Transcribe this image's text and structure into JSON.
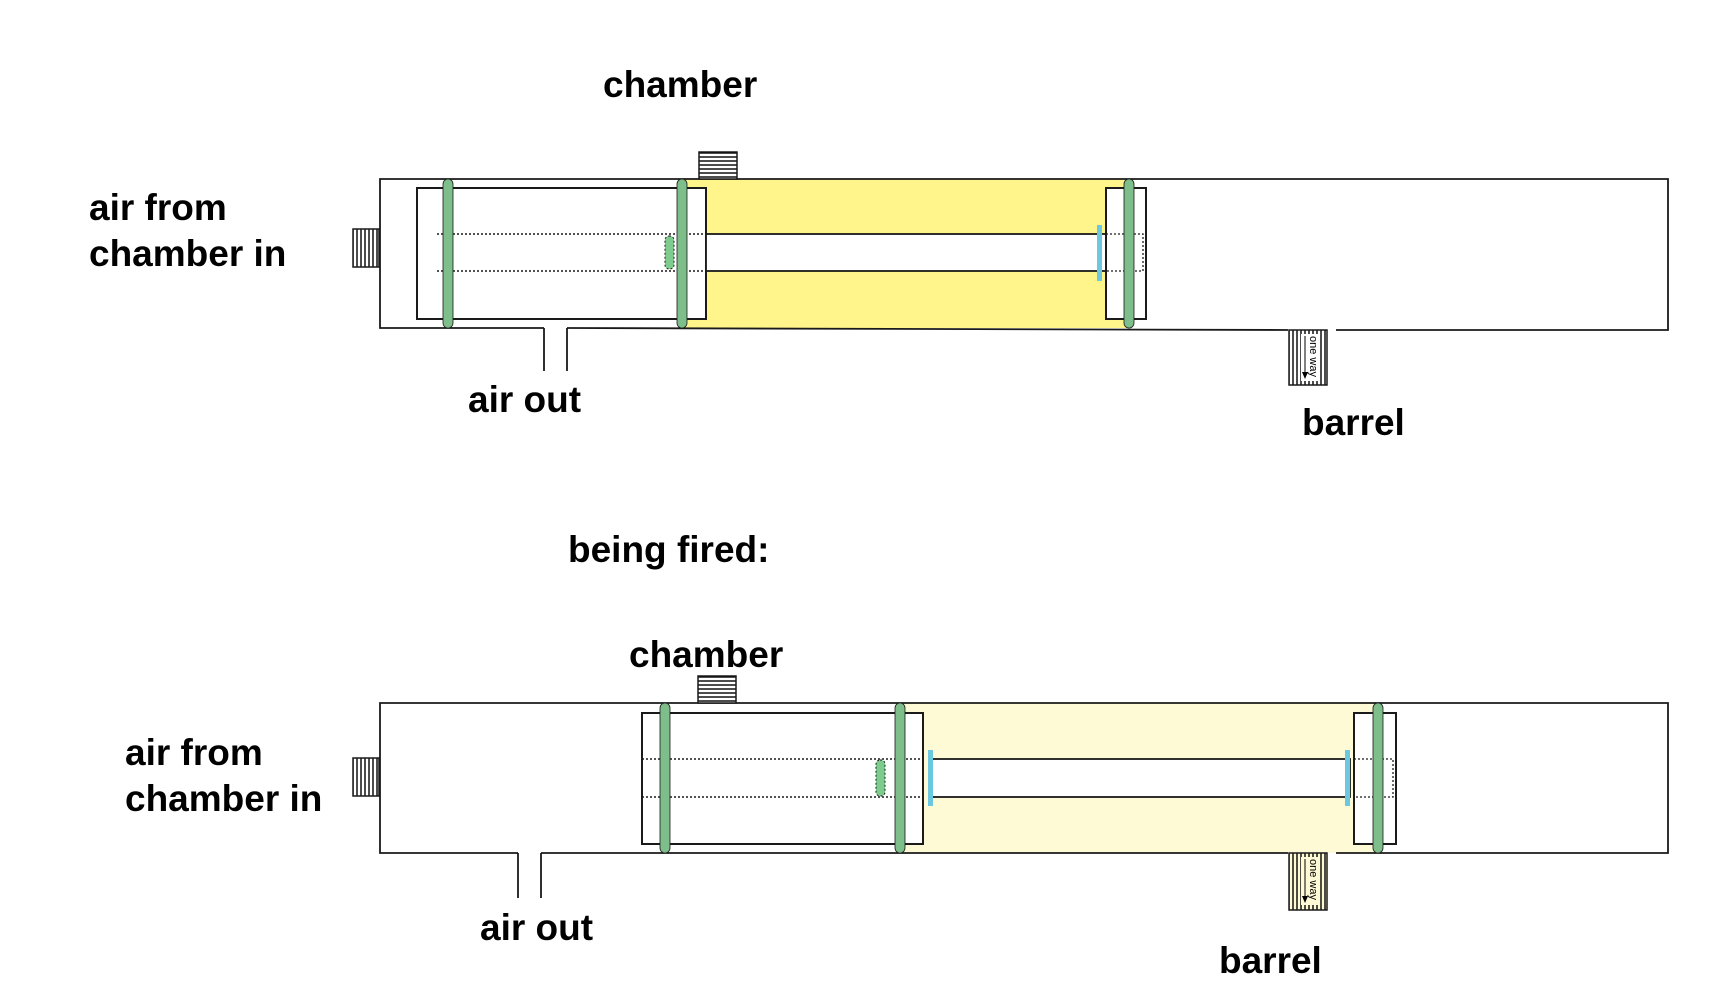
{
  "colors": {
    "outline": "#1a1a1a",
    "seal_green": "#7dbe8a",
    "seal_blue": "#6cc8e0",
    "pressurized_yellow": "#fff58a",
    "released_yellow": "#fffad6",
    "background": "#ffffff"
  },
  "diagrams": [
    {
      "state": "ready",
      "labels": {
        "chamber": "chamber",
        "air_in_line1": "air from",
        "air_in_line2": "chamber in",
        "air_out": "air out",
        "barrel": "barrel",
        "valve": "one way"
      }
    },
    {
      "state": "firing",
      "heading": "being fired:",
      "labels": {
        "chamber": "chamber",
        "air_in_line1": "air from",
        "air_in_line2": "chamber in",
        "air_out": "air out",
        "barrel": "barrel",
        "valve": "one way"
      }
    }
  ]
}
